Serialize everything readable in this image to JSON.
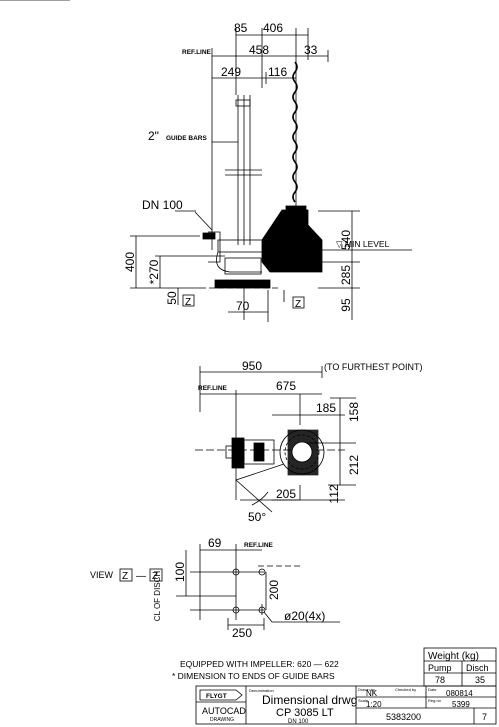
{
  "drawing": {
    "top_view": {
      "dim_85": "85",
      "dim_406": "406",
      "ref_line": "REF.LINE",
      "dim_458": "458",
      "dim_33": "33",
      "dim_249": "249",
      "dim_116": "116",
      "guide_bars": "2\"",
      "guide_bars_small": "GUIDE BARS",
      "dn_label": "DN 100",
      "dim_540": "540",
      "min_level": "▽ MIN LEVEL",
      "dim_400": "400",
      "dim_270": "*270",
      "dim_285": "285",
      "dim_50": "50",
      "z_left": "Z",
      "z_right": "Z",
      "dim_70": "70",
      "dim_95": "95"
    },
    "plan_view": {
      "dim_950": "950",
      "furthest": "(TO FURTHEST POINT)",
      "ref_line": "REF.LINE",
      "dim_675": "675",
      "dim_185": "185",
      "dim_158": "158",
      "dim_212": "212",
      "dim_112": "112",
      "dim_205": "205",
      "dim_50deg": "50°"
    },
    "view_z": {
      "view_label": "VIEW",
      "z1": "Z",
      "dash": "—",
      "z2": "Z",
      "dim_69": "69",
      "ref_line": "REF.LINE",
      "cl_disch": "CL OF DISCH",
      "dim_100": "100",
      "dim_200": "200",
      "dim_250": "250",
      "holes": "ø20(4x)"
    },
    "notes": {
      "impeller": "EQUIPPED WITH IMPELLER:  620 — 622",
      "guide_note": "* DIMENSION TO ENDS OF GUIDE BARS"
    },
    "weight_table": {
      "title": "Weight (kg)",
      "col1": "Pump",
      "col2": "Disch",
      "val1": "78",
      "val2": "35"
    },
    "title_block": {
      "logo": "FLYGT",
      "autocad": "AUTOCAD",
      "drawing": "DRAWING",
      "denomination_label": "Denomination",
      "title1": "Dimensional drwg",
      "title2": "CP 3085 LT",
      "title3": "DN 100",
      "drawn_by_label": "Drawn by",
      "drawn_by": "NK",
      "checked_label": "Checked by",
      "date_label": "Date",
      "date": "080814",
      "scale_label": "Scale",
      "scale": "1:20",
      "reg_label": "Reg.no",
      "reg": "5399",
      "drawing_no": "5383200",
      "sheet": "7"
    }
  }
}
